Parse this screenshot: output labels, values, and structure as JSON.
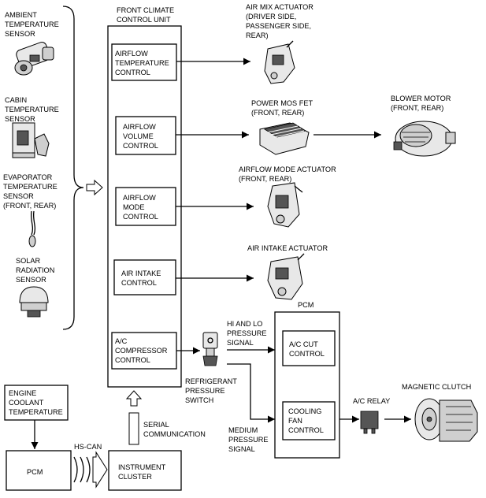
{
  "sensors": {
    "ambient": [
      "AMBIENT",
      "TEMPERATURE",
      "SENSOR"
    ],
    "cabin": [
      "CABIN",
      "TEMPERATURE",
      "SENSOR"
    ],
    "evaporator": [
      "EVAPORATOR",
      "TEMPERATURE",
      "SENSOR",
      "(FRONT, REAR)"
    ],
    "solar": [
      "SOLAR",
      "RADIATION",
      "SENSOR"
    ]
  },
  "control_unit": {
    "title": [
      "FRONT CLIMATE",
      "CONTROL UNIT"
    ],
    "blocks": {
      "temperature": [
        "AIRFLOW",
        "TEMPERATURE",
        "CONTROL"
      ],
      "volume": [
        "AIRFLOW",
        "VOLUME",
        "CONTROL"
      ],
      "mode": [
        "AIRFLOW",
        "MODE",
        "CONTROL"
      ],
      "intake": [
        "AIR INTAKE",
        "CONTROL"
      ],
      "compressor": [
        "A/C",
        "COMPRESSOR",
        "CONTROL"
      ]
    }
  },
  "outputs": {
    "air_mix": [
      "AIR MIX ACTUATOR",
      "(DRIVER SIDE,",
      "PASSENGER SIDE,",
      "REAR)"
    ],
    "power_mos_fet": [
      "POWER MOS FET",
      "(FRONT, REAR)"
    ],
    "blower_motor": [
      "BLOWER MOTOR",
      "(FRONT, REAR)"
    ],
    "airflow_mode_actuator": [
      "AIRFLOW MODE ACTUATOR",
      "(FRONT, REAR)"
    ],
    "air_intake_actuator": [
      "AIR INTAKE ACTUATOR"
    ]
  },
  "refrigerant_switch": [
    "REFRIGERANT",
    "PRESSURE",
    "SWITCH"
  ],
  "signals": {
    "hi_lo": [
      "HI AND LO",
      "PRESSURE",
      "SIGNAL"
    ],
    "medium": [
      "MEDIUM",
      "PRESSURE",
      "SIGNAL"
    ],
    "serial": [
      "SERIAL",
      "COMMUNICATION"
    ],
    "hs_can": "HS-CAN"
  },
  "pcm_right": {
    "title": "PCM",
    "ac_cut": [
      "A/C CUT",
      "CONTROL"
    ],
    "cooling_fan": [
      "COOLING",
      "FAN",
      "CONTROL"
    ]
  },
  "ac_relay": "A/C RELAY",
  "magnetic_clutch": "MAGNETIC CLUTCH",
  "engine_coolant": [
    "ENGINE",
    "COOLANT",
    "TEMPERATURE"
  ],
  "pcm_left": "PCM",
  "instrument_cluster": [
    "INSTRUMENT",
    "CLUSTER"
  ]
}
